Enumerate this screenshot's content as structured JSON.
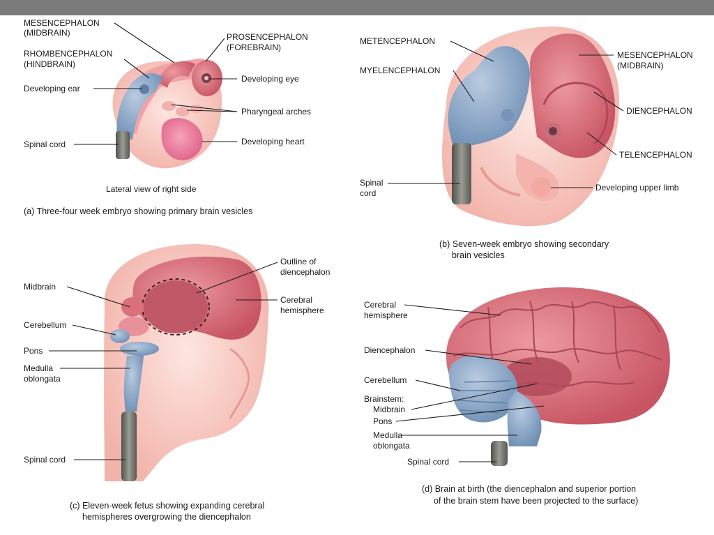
{
  "panel_a": {
    "labels": {
      "mesencephalon": [
        "MESENCEPHALON",
        "(MIDBRAIN)"
      ],
      "rhombencephalon": [
        "RHOMBENCEPHALON",
        "(HINDBRAIN)"
      ],
      "developing_ear": "Developing ear",
      "spinal_cord": "Spinal cord",
      "prosencephalon": [
        "PROSENCEPHALON",
        "(FOREBRAIN)"
      ],
      "developing_eye": "Developing eye",
      "pharyngeal_arches": "Pharyngeal arches",
      "developing_heart": "Developing heart"
    },
    "view_note": "Lateral view of right side",
    "caption": "(a) Three-four week embryo showing primary brain vesicles"
  },
  "panel_b": {
    "labels": {
      "metencephalon": "METENCEPHALON",
      "myelencephalon": "MYELENCEPHALON",
      "mesencephalon": [
        "MESENCEPHALON",
        "(MIDBRAIN)"
      ],
      "diencephalon": "DIENCEPHALON",
      "telencephalon": "TELENCEPHALON",
      "spinal_cord": [
        "Spinal",
        "cord"
      ],
      "developing_upper_limb": "Developing upper limb"
    },
    "caption": [
      "(b) Seven-week embryo showing secondary",
      "brain vesicles"
    ]
  },
  "panel_c": {
    "labels": {
      "midbrain": "Midbrain",
      "cerebellum": "Cerebellum",
      "pons": "Pons",
      "medulla": [
        "Medulla",
        "oblongata"
      ],
      "spinal_cord": "Spinal cord",
      "outline_diencephalon": [
        "Outline of",
        "diencephalon"
      ],
      "cerebral_hemisphere": [
        "Cerebral",
        "hemisphere"
      ]
    },
    "caption": [
      "(c) Eleven-week fetus showing expanding cerebral",
      "hemispheres overgrowing the diencephalon"
    ]
  },
  "panel_d": {
    "labels": {
      "cerebral_hemisphere": [
        "Cerebral",
        "hemisphere"
      ],
      "diencephalon": "Diencephalon",
      "cerebellum": "Cerebellum",
      "brainstem": "Brainstem:",
      "midbrain": "Midbrain",
      "pons": "Pons",
      "medulla": [
        "Medulla",
        "oblongata"
      ],
      "spinal_cord": "Spinal cord"
    },
    "caption": [
      "(d) Brain at birth (the diencephalon and superior portion",
      "of the brain stem have been projected to the surface)"
    ]
  },
  "colors": {
    "skin": "#f7c9c1",
    "brain_red": "#d9707a",
    "brain_dark": "#b04858",
    "brainstem_blue": "#8fa9c9",
    "cord_gray": "#6b6e6a"
  }
}
